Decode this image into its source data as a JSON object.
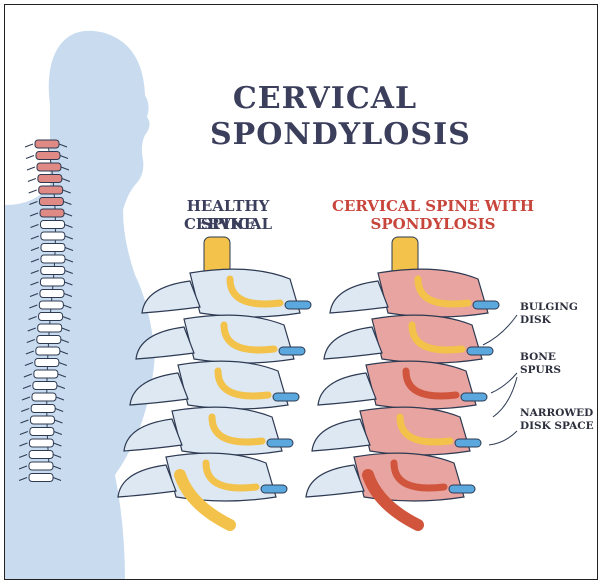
{
  "title": {
    "line1": "CERVICAL",
    "line2": "SPONDYLOSIS"
  },
  "healthy": {
    "line1": "HEALTHY CERVICAL",
    "line2": "SPINE"
  },
  "spondylosis": {
    "line1": "CERVICAL SPINE WITH",
    "line2": "SPONDYLOSIS"
  },
  "labels": {
    "bulging": {
      "line1": "BULGING",
      "line2": "DISK"
    },
    "spurs": {
      "line1": "BONE",
      "line2": "SPURS"
    },
    "narrowed": {
      "line1": "NARROWED",
      "line2": "DISK SPACE"
    }
  },
  "colors": {
    "silhouette": "#c9dcef",
    "bone": "#dde8f2",
    "bone_outline": "#2d3a52",
    "nerve": "#f2c24b",
    "disk": "#5aa8dd",
    "inflamed": "#e7a4a0",
    "inflamed_nerve": "#d0553c",
    "title": "#3b3f5c",
    "accent": "#c8453c"
  }
}
